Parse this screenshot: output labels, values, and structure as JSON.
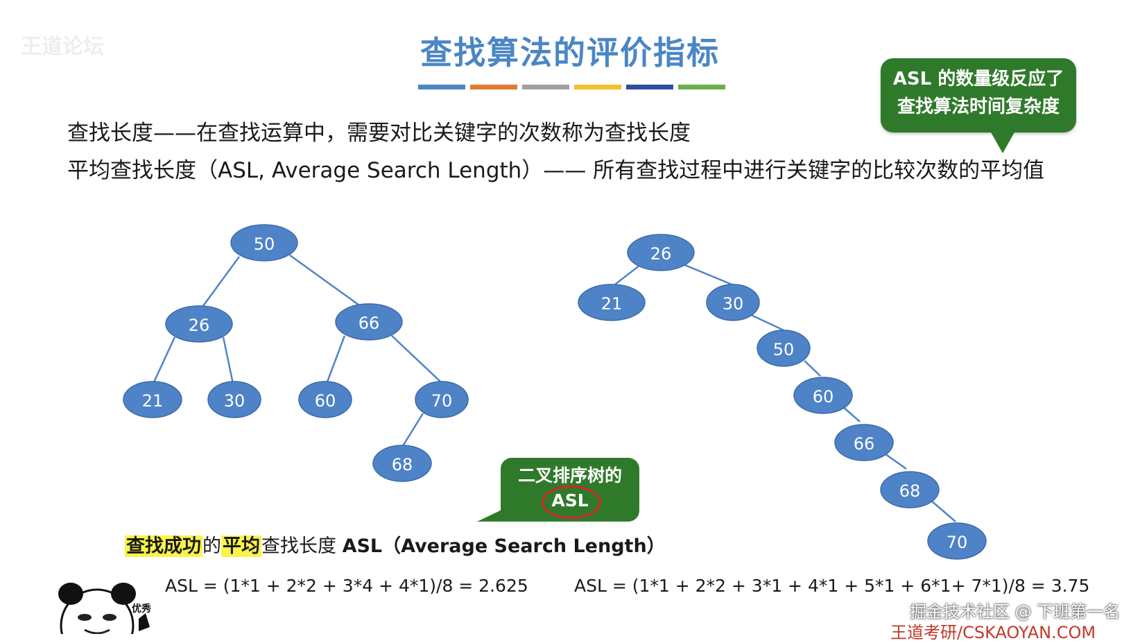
{
  "watermark_top_left": "王道论坛",
  "title": "查找算法的评价指标",
  "title_bar_colors": [
    "#4a86c5",
    "#e07b30",
    "#a0a0a0",
    "#f2c12e",
    "#2f4ea0",
    "#6bb04a"
  ],
  "definitions": {
    "line1": "查找长度——在查找运算中，需要对比关键字的次数称为查找长度",
    "line2": "平均查找长度（ASL, Average Search Length）—— 所有查找过程中进行关键字的比较次数的平均值"
  },
  "callout_top": {
    "line1": "ASL 的数量级反应了",
    "line2": "查找算法时间复杂度"
  },
  "callout_mid": {
    "line1": "二叉排序树的",
    "line2": "ASL"
  },
  "asl_caption": {
    "hl1": "查找成功",
    "t1": "的",
    "hl2": "平均",
    "t2": "查找长度 ",
    "bold": "ASL（Average Search Length）"
  },
  "tree_left": {
    "nodes": [
      {
        "id": "n50",
        "label": "50"
      },
      {
        "id": "n26",
        "label": "26"
      },
      {
        "id": "n66",
        "label": "66"
      },
      {
        "id": "n21",
        "label": "21"
      },
      {
        "id": "n30",
        "label": "30"
      },
      {
        "id": "n60",
        "label": "60"
      },
      {
        "id": "n70",
        "label": "70"
      },
      {
        "id": "n68",
        "label": "68"
      }
    ],
    "formula": "ASL = (1*1 + 2*2 + 3*4 + 4*1)/8 = 2.625"
  },
  "tree_right": {
    "nodes": [
      {
        "id": "r26",
        "label": "26"
      },
      {
        "id": "r21",
        "label": "21"
      },
      {
        "id": "r30",
        "label": "30"
      },
      {
        "id": "r50",
        "label": "50"
      },
      {
        "id": "r60",
        "label": "60"
      },
      {
        "id": "r66",
        "label": "66"
      },
      {
        "id": "r68",
        "label": "68"
      },
      {
        "id": "r70",
        "label": "70"
      }
    ],
    "formula": "ASL = (1*1 + 2*2 + 3*1 + 4*1 + 5*1 + 6*1+  7*1)/8 = 3.75"
  },
  "sticker_text": "优秀",
  "watermark_bottom_right": {
    "line1": "掘金技术社区 @ 下班第一名",
    "line2": "王道考研/CSKAOYAN.COM"
  },
  "colors": {
    "node_fill": "#4f83c7",
    "node_stroke": "#3d6aa8",
    "edge": "#4f83c7",
    "callout_green": "#2f7a2a",
    "highlight": "#f8f44a"
  }
}
